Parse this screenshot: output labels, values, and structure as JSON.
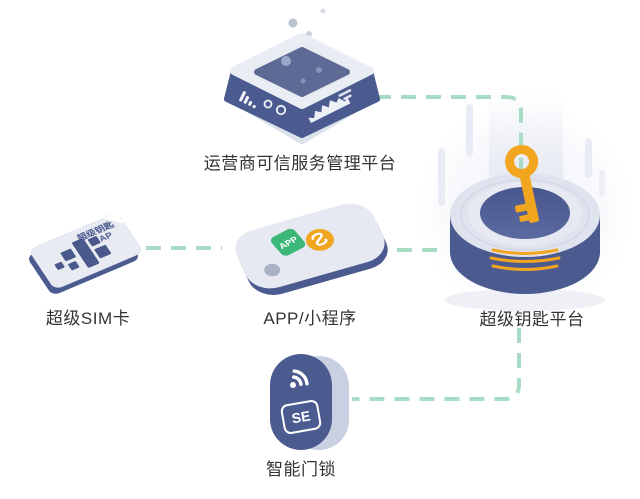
{
  "nodes": {
    "tsm": {
      "label": "运营商可信服务管理平台",
      "icon": "trusted-service-hub-illustration"
    },
    "sim": {
      "label": "超级SIM卡",
      "icon": "sim-card-illustration",
      "card_line1": "超级钥匙",
      "card_line2": "CAP"
    },
    "app": {
      "label": "APP/小程序",
      "icon": "phone-illustration",
      "badge": "APP"
    },
    "platform": {
      "label": "超级钥匙平台",
      "icon": "key-platform-illustration"
    },
    "lock": {
      "label": "智能门锁",
      "icon": "smart-lock-illustration",
      "badge": "SE"
    }
  },
  "edges": [
    {
      "from": "tsm",
      "to": "platform",
      "style": "dashed"
    },
    {
      "from": "sim",
      "to": "app",
      "style": "dashed"
    },
    {
      "from": "app",
      "to": "platform",
      "style": "dashed"
    },
    {
      "from": "platform",
      "to": "lock",
      "style": "dashed"
    }
  ],
  "colors": {
    "background": "#ffffff",
    "navy": "#4C5B8F",
    "body": "#E9EBF3",
    "screen": "#5C6A95",
    "orange": "#F2A51F",
    "green": "#3BB778",
    "connector": "#A9DCC5",
    "label_text": "#333333",
    "lock_side": "#C8D0E1"
  }
}
